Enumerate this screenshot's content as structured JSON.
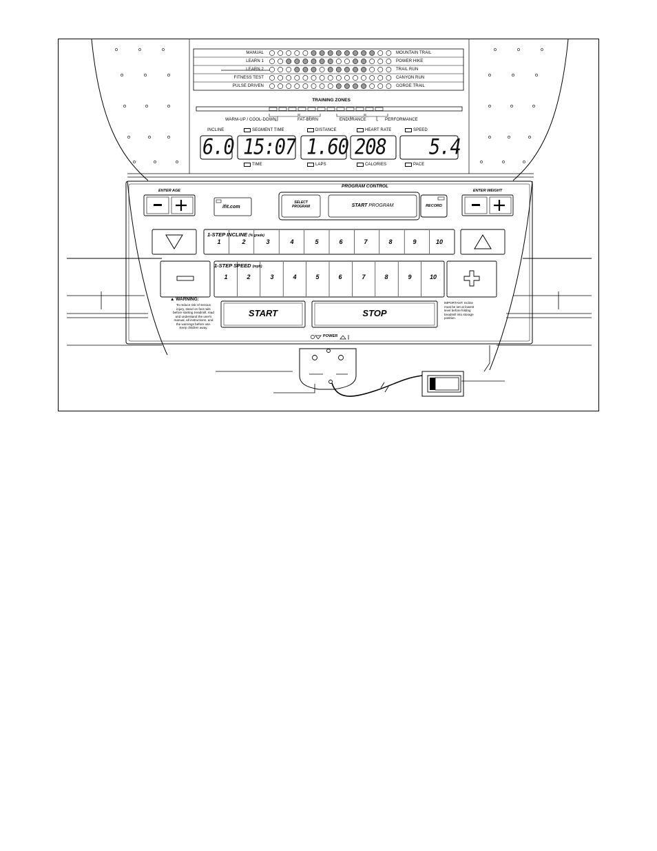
{
  "programs_left": [
    "MANUAL",
    "LEARN 1",
    "LEARN 2",
    "FITNESS TEST",
    "PULSE DRIVEN"
  ],
  "programs_right": [
    "MOUNTAIN TRAIL",
    "POWER HIKE",
    "TRAIL RUN",
    "CANYON RUN",
    "GORGE TRAIL"
  ],
  "training_zones": {
    "title": "TRAINING ZONES",
    "labels": [
      "WARM-UP / COOL-DOWN",
      "FAT-BURN",
      "ENDURANCE",
      "PERFORMANCE"
    ]
  },
  "displays": {
    "incline_label": "INCLINE",
    "incline_value": "6.0",
    "segment_time_label": "SEGMENT TIME",
    "time_label": "TIME",
    "time_value": "15:07",
    "distance_label": "DISTANCE",
    "laps_label": "LAPS",
    "distance_value": "1.60",
    "heart_rate_label": "HEART RATE",
    "calories_label": "CALORIES",
    "heart_value": "208",
    "speed_label": "SPEED",
    "pace_label": "PACE",
    "speed_value": "5.4"
  },
  "controls": {
    "enter_age": "ENTER AGE",
    "program_control": "PROGRAM CONTROL",
    "enter_weight": "ENTER WEIGHT",
    "logo_text": "ifit.com",
    "select_program_1": "SELECT",
    "select_program_2": "PROGRAM",
    "start_word": "START",
    "program_word": "PROGRAM",
    "record": "RECORD",
    "incline_title": "1-STEP INCLINE",
    "incline_unit": "(% grade)",
    "speed_title": "1-STEP SPEED",
    "speed_unit": "(mph)",
    "step_numbers": [
      "1",
      "2",
      "3",
      "4",
      "5",
      "6",
      "7",
      "8",
      "9",
      "10"
    ],
    "start": "START",
    "stop": "STOP",
    "warning_title": "WARNING:",
    "warning_text": "To reduce risk of serious\ninjury, stand on foot rails\nbefore starting treadmill, read\nand understand the user's\nmanual, all instructions, and\nthe warnings before use.\nKeep children away.",
    "important_text": "IMPORTANT: Incline\nmust be set at lowest\nlevel before folding\ntreadmill into storage\nposition.",
    "power": "POWER"
  },
  "icons": [
    "minus-icon",
    "plus-icon",
    "down-triangle-icon",
    "up-triangle-icon",
    "on-icon",
    "off-icon"
  ]
}
